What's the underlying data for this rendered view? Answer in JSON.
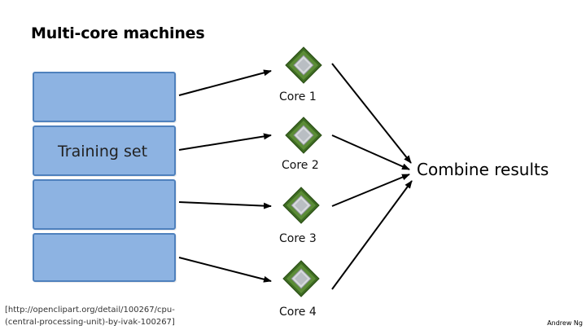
{
  "title": "Multi-core machines",
  "training_set": {
    "label": "Training set",
    "blocks": 4
  },
  "cores": [
    {
      "label": "Core 1"
    },
    {
      "label": "Core 2"
    },
    {
      "label": "Core 3"
    },
    {
      "label": "Core 4"
    }
  ],
  "combine": {
    "label": "Combine results"
  },
  "citation": {
    "line1": "[http://openclipart.org/detail/100267/cpu-",
    "line2": "(central-processing-unit)-by-ivak-100267]"
  },
  "author": "Andrew Ng",
  "colors": {
    "block_fill": "#8db3e2",
    "block_border": "#4f81bd",
    "chip_green": "#4a7a2c",
    "chip_die": "#c8ccd0"
  },
  "icons": {
    "core": "cpu-chip-icon"
  }
}
